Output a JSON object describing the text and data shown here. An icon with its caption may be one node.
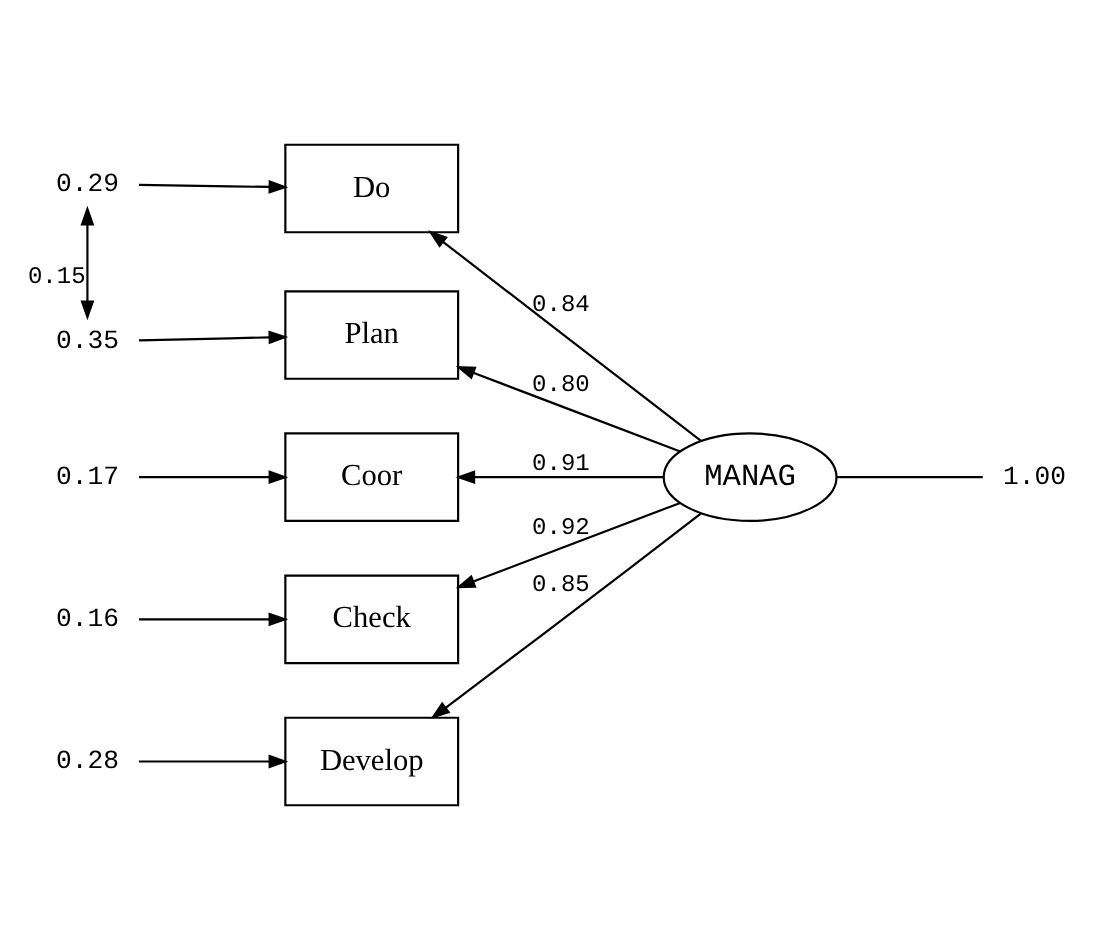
{
  "diagram": {
    "nodes": [
      {
        "text": [
          "Plan"
        ]
      },
      {
        "text": [
          "Do"
        ]
      },
      {
        "text": [
          "Coor"
        ]
      },
      {
        "text": [
          "Check"
        ]
      },
      {
        "text": [
          "Develop"
        ]
      },
      {
        "text": [
          "MANAG"
        ]
      },
      {
        "text": [
          "0.35"
        ]
      },
      {
        "text": [
          "0.29"
        ]
      },
      {
        "text": [
          "0.17"
        ]
      },
      {
        "text": [
          "0.16"
        ]
      },
      {
        "text": [
          "0.28"
        ]
      },
      {
        "text": [
          "1.00"
        ]
      }
    ],
    "edges": [
      {
        "from": 5,
        "to": 0,
        "arrow": "to",
        "label": "0.80"
      },
      {
        "from": 5,
        "to": 1,
        "arrow": "to",
        "label": "0.84"
      },
      {
        "from": 5,
        "to": 2,
        "arrow": "to",
        "label": "0.91"
      },
      {
        "from": 5,
        "to": 3,
        "arrow": "to",
        "label": "0.92"
      },
      {
        "from": 5,
        "to": 4,
        "arrow": "to",
        "label": "0.85"
      },
      {
        "from": 6,
        "to": 0,
        "arrow": "to"
      },
      {
        "from": 7,
        "to": 1,
        "arrow": "to"
      },
      {
        "from": 8,
        "to": 2,
        "arrow": "to"
      },
      {
        "from": 9,
        "to": 3,
        "arrow": "to"
      },
      {
        "from": 10,
        "to": 4,
        "arrow": "to"
      },
      {
        "from": 6,
        "to": 7,
        "arrow": "both",
        "label": "0.15"
      },
      {
        "from": 5,
        "to": 11,
        "arrow": "none"
      }
    ]
  }
}
